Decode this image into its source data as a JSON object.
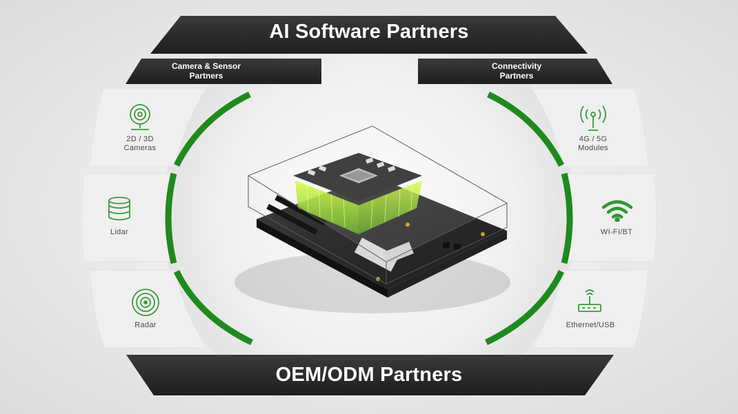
{
  "banners": {
    "top": "AI Software Partners",
    "bottom": "OEM/ODM Partners"
  },
  "sub_headers": {
    "left": [
      "Camera & Sensor",
      "Partners"
    ],
    "right": [
      "Connectivity",
      "Partners"
    ]
  },
  "left_tiles": [
    {
      "icon": "camera-icon",
      "label": [
        "2D / 3D",
        "Cameras"
      ]
    },
    {
      "icon": "lidar-icon",
      "label": [
        "Lidar"
      ]
    },
    {
      "icon": "radar-icon",
      "label": [
        "Radar"
      ]
    }
  ],
  "right_tiles": [
    {
      "icon": "antenna-icon",
      "label": [
        "4G / 5G",
        "Modules"
      ]
    },
    {
      "icon": "wifi-icon",
      "label": [
        "WI-FI/BT"
      ]
    },
    {
      "icon": "router-icon",
      "label": [
        "Ethernet/USB"
      ]
    }
  ],
  "colors": {
    "banner": "#2a2a2a",
    "accent_green": "#1f8a1f",
    "icon_green": "#3c9a3c",
    "tile": "#eeeeee",
    "text_gray": "#4a4a4a"
  }
}
